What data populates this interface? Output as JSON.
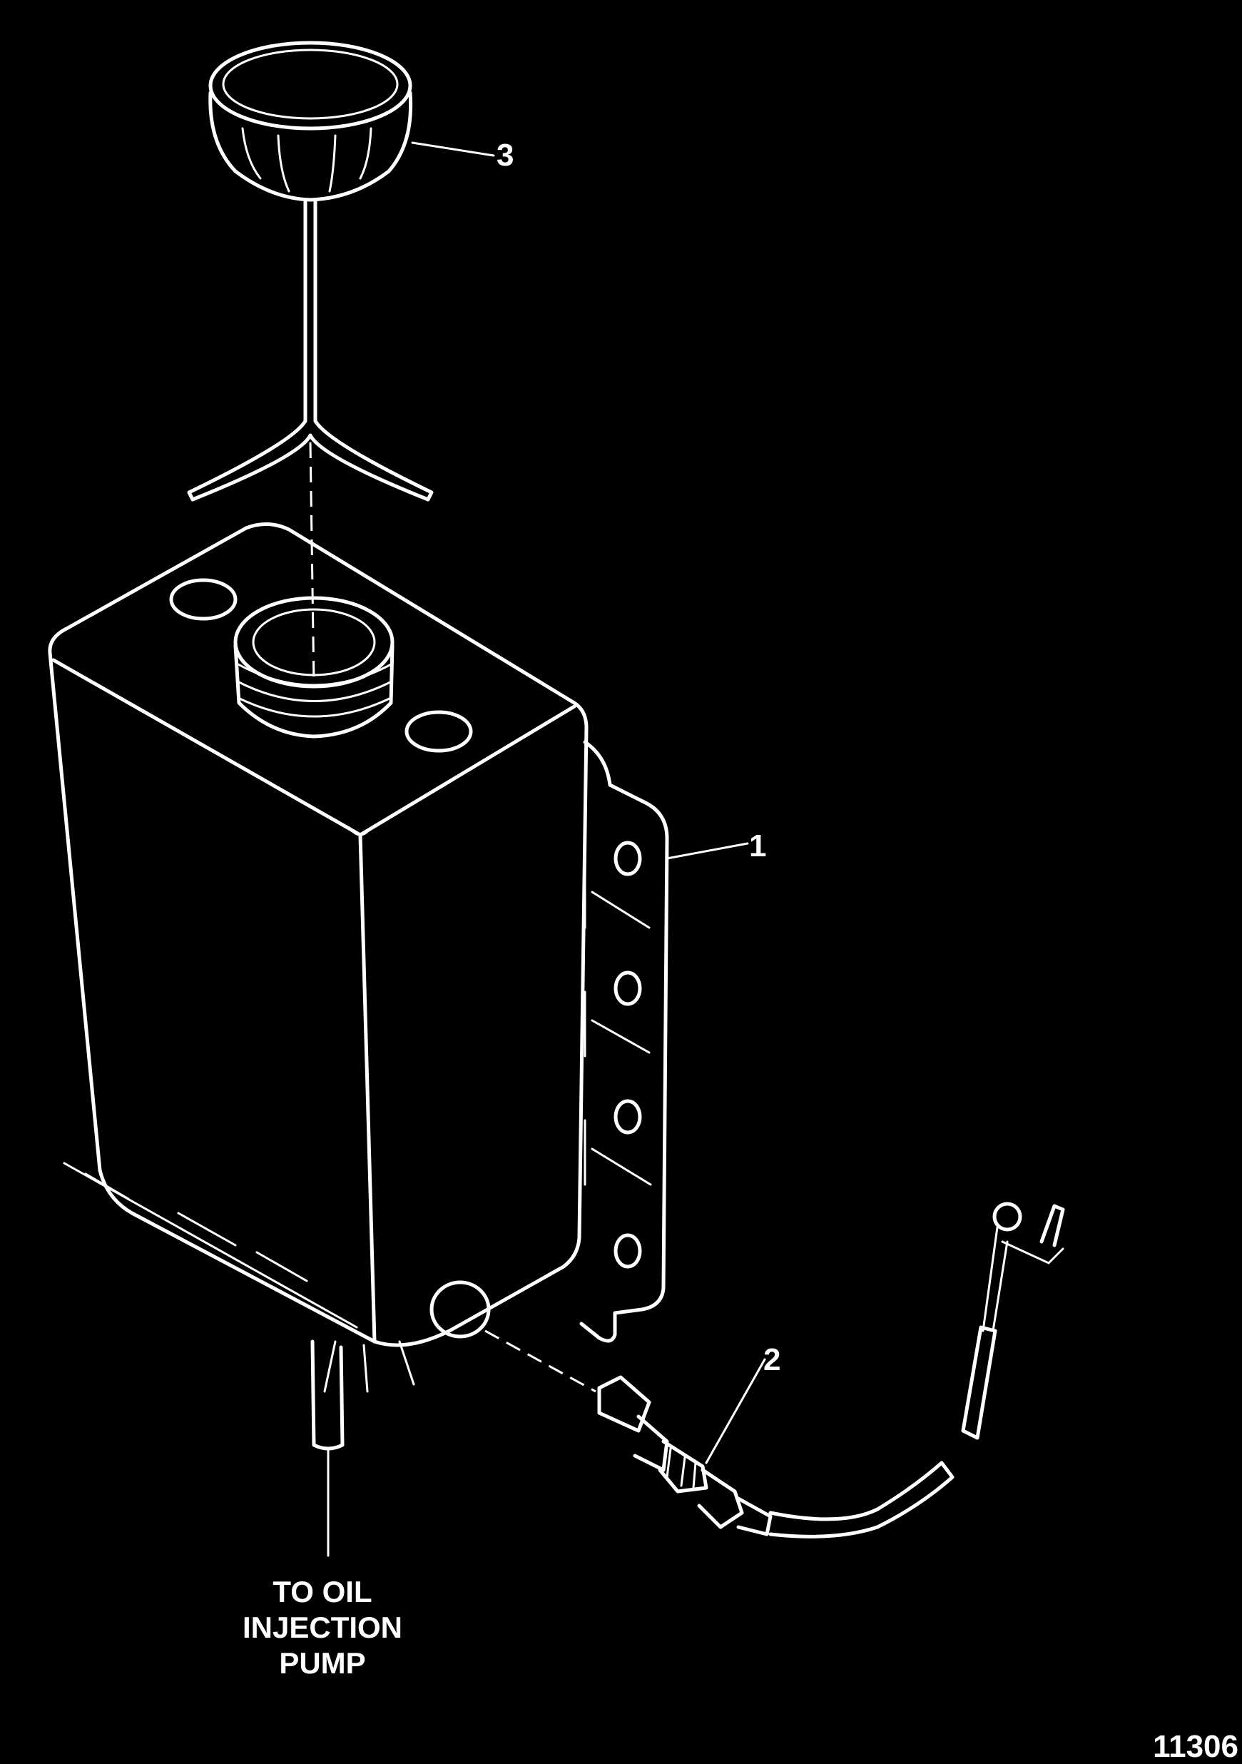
{
  "callouts": {
    "tank": "1",
    "sender": "2",
    "cap": "3"
  },
  "note": {
    "line1": "TO OIL",
    "line2": "INJECTION",
    "line3": "PUMP"
  },
  "figure_number": "11306",
  "colors": {
    "background": "#000000",
    "ink": "#ffffff"
  }
}
